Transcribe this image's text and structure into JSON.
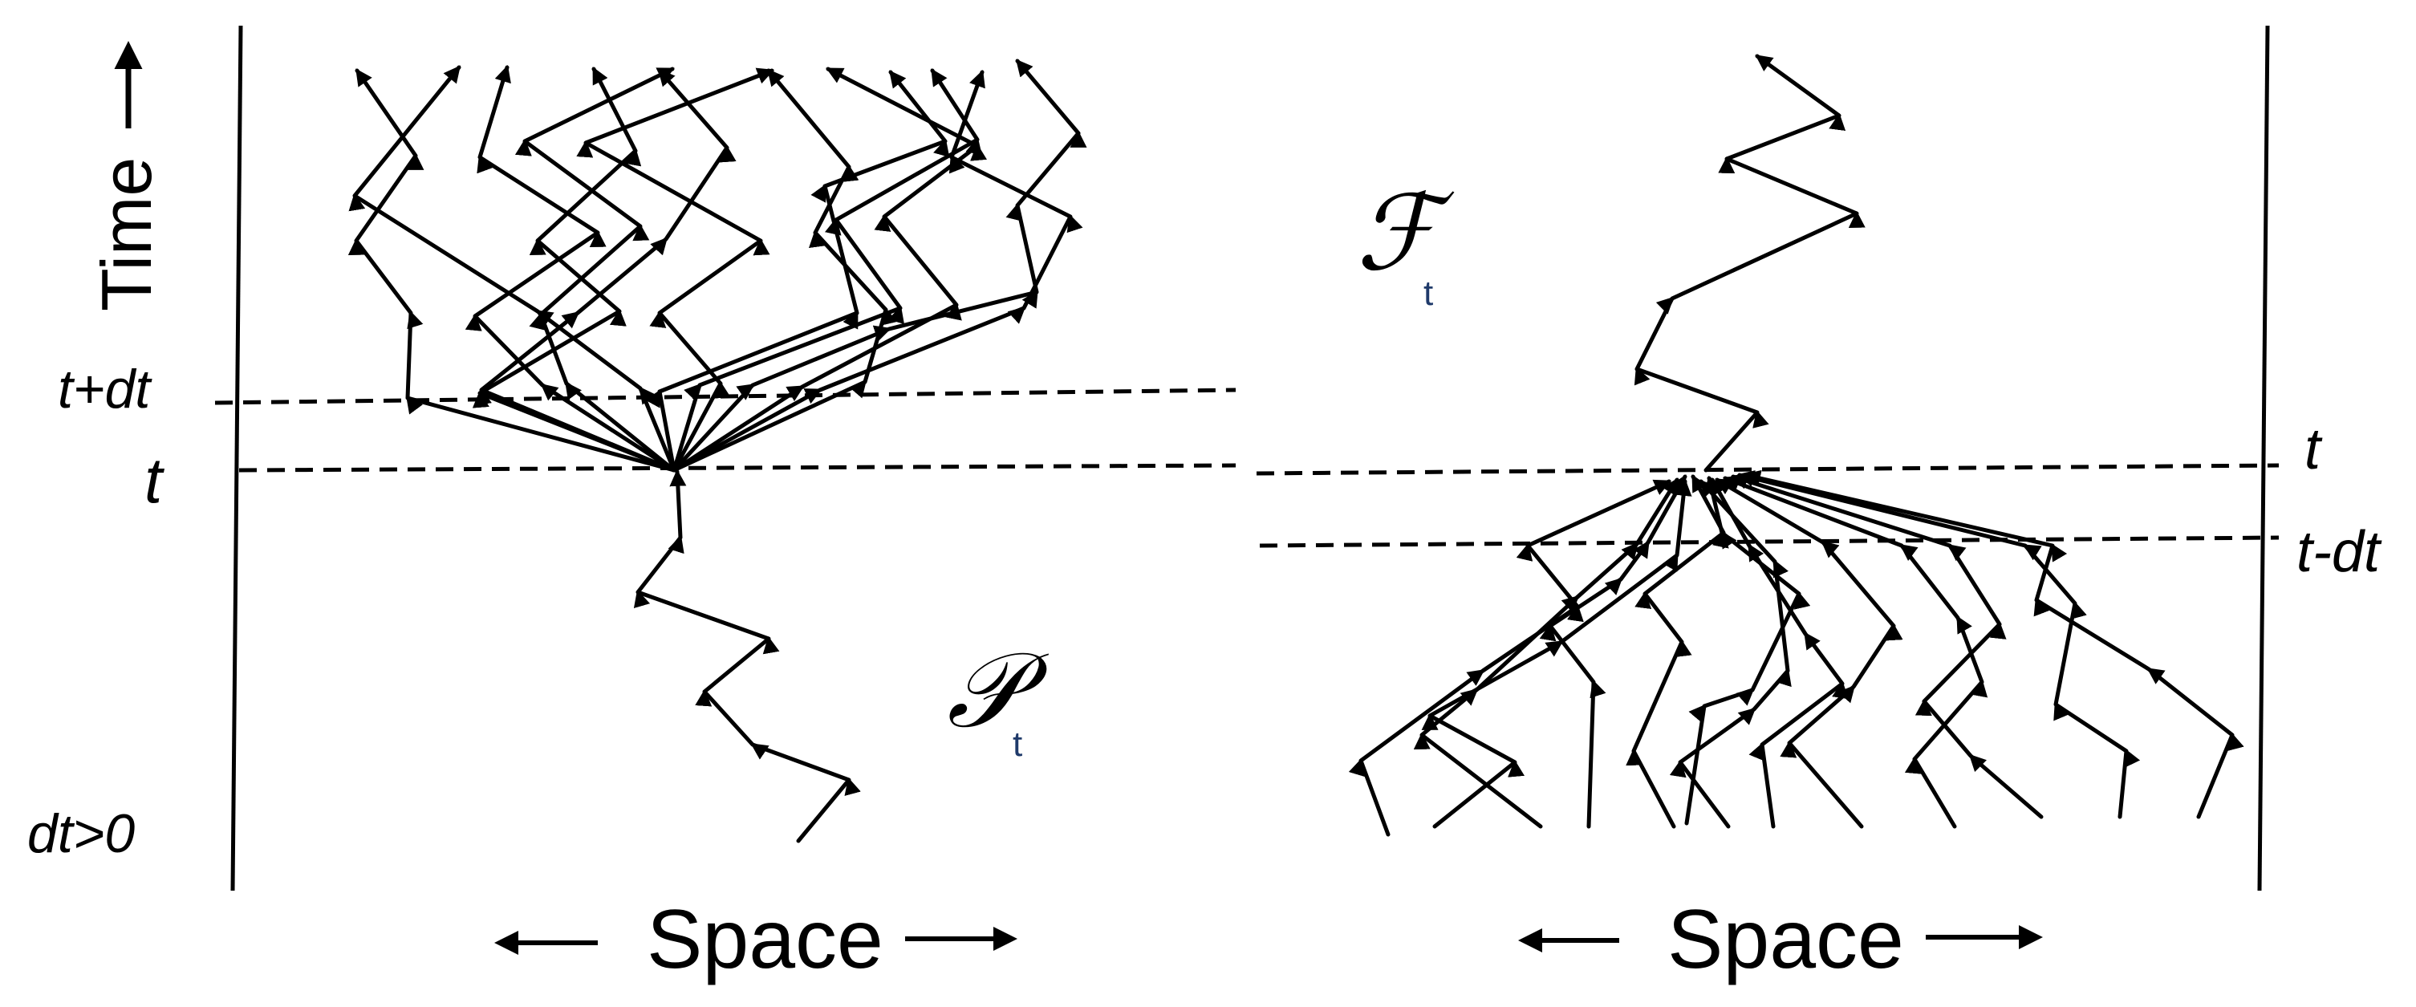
{
  "left_panel": {
    "time_axis_label": "Time",
    "space_axis_label": "Space",
    "line_upper_label": "t+dt",
    "line_lower_label": "t",
    "condition_label": "dt>0",
    "set_symbol": "𝒫",
    "set_subscript": "t"
  },
  "right_panel": {
    "space_axis_label": "Space",
    "line_upper_label": "t",
    "line_lower_label": "t-dt",
    "set_symbol": "ℱ",
    "set_subscript": "t"
  }
}
